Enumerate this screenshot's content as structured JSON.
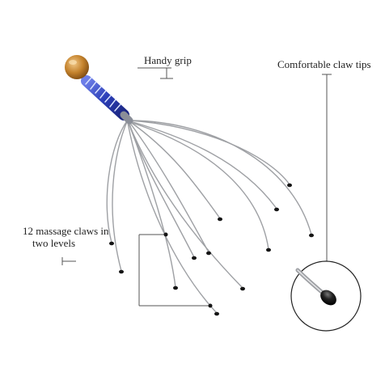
{
  "callouts": {
    "handy_grip": "Handy grip",
    "claw_tips": "Comfortable claw tips",
    "claws_line1": "12 massage claws in",
    "claws_line2": "two levels"
  },
  "colors": {
    "knob": "#c4822c",
    "handle_blue": "#2c3fb8",
    "wire": "#9ea0a4",
    "tip": "#151515",
    "leader": "#555555"
  }
}
